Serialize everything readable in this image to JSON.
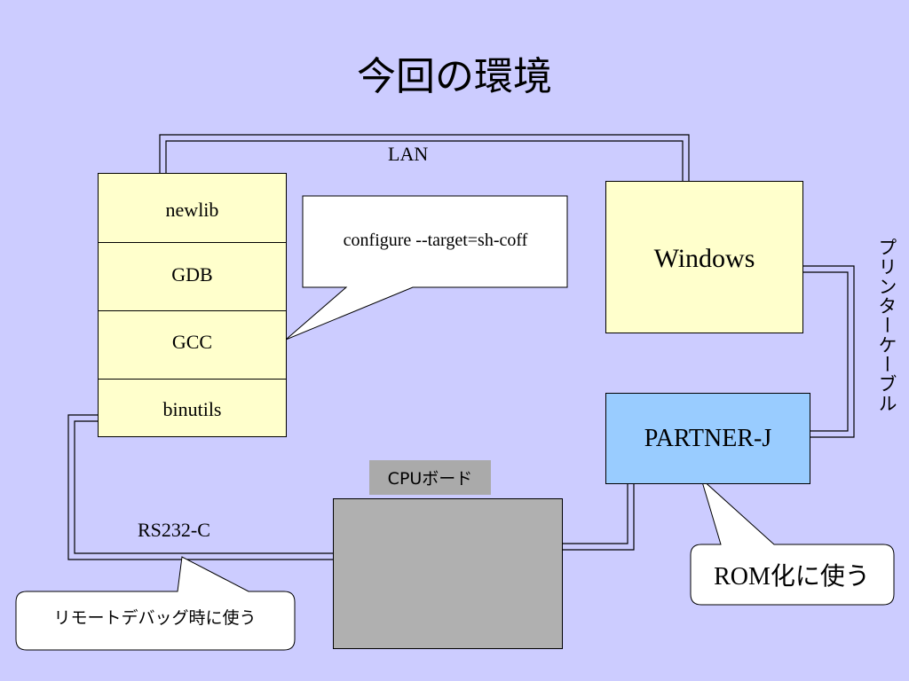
{
  "title": "今回の環境",
  "toolchain": {
    "layers": [
      "newlib",
      "GDB",
      "GCC",
      "binutils"
    ]
  },
  "windows": "Windows",
  "partner": "PARTNER-J",
  "cpu_board_label": "CPUボード",
  "links": {
    "lan": "LAN",
    "rs232c": "RS232-C",
    "printer_cable": "プリンターケーブル"
  },
  "callouts": {
    "configure": "configure --target=sh-coff",
    "rom": "ROM化に使う",
    "remote_debug": "リモートデバッグ時に使う"
  }
}
